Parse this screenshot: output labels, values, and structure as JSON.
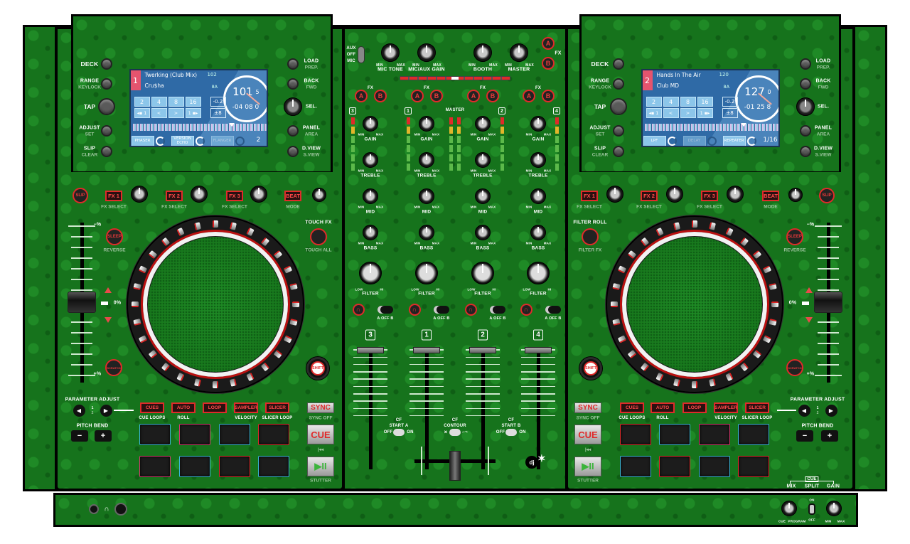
{
  "decks": [
    {
      "screen": {
        "deck_number": "1",
        "title": "Twerking (Club Mix)",
        "track_bpm": "102",
        "artist": "Cru$ha",
        "key": "8A",
        "bpm": "101",
        "bpm_decimal": "5",
        "time": "-04 08 0",
        "loop_sizes": [
          "2",
          "4",
          "8",
          "16"
        ],
        "loop_nav": [
          "◂▪ 1",
          "<",
          ">",
          "1 ▪▸"
        ],
        "pitch": "-0.2",
        "range": "±8",
        "fx": [
          "PHASER",
          "VERSION ECHO",
          "FLANGER"
        ],
        "fx_value": "2"
      },
      "side_left": [
        {
          "label": "DECK",
          "sub": ""
        },
        {
          "label": "RANGE",
          "sub": "KEYLOCK"
        },
        {
          "label": "TAP",
          "sub": ""
        },
        {
          "label": "ADJUST",
          "sub": "SET"
        },
        {
          "label": "SLIP",
          "sub": "CLEAR"
        }
      ],
      "side_right": [
        {
          "label": "LOAD",
          "sub": "PREP."
        },
        {
          "label": "BACK",
          "sub": "FWD"
        },
        {
          "label": "SEL.",
          "sub": ""
        },
        {
          "label": "PANEL",
          "sub": "AREA"
        },
        {
          "label": "D.VIEW",
          "sub": "S.VIEW"
        }
      ],
      "slip": "SLIP",
      "fx_buttons": [
        "FX 1",
        "FX 2",
        "FX 3"
      ],
      "fx_select": "FX SELECT",
      "beat": "BEAT",
      "mode": "MODE",
      "sleep": "SLEEP",
      "reverse": "REVERSE",
      "touch_title": "TOUCH FX",
      "touch_sub": "TOUCH ALL",
      "scratch": "SCRATCH",
      "shift": "SHIFT",
      "pitch_minus": "−%",
      "pitch_zero": "0%",
      "pitch_plus": "+%",
      "parameter_adjust": "PARAMETER ADJUST",
      "param_1": "1",
      "param_2": "2",
      "pitch_bend": "PITCH BEND",
      "bend_minus": "−",
      "bend_plus": "+",
      "pad_modes": [
        "CUES",
        "AUTO",
        "LOOP",
        "SAMPLER",
        "SLICER"
      ],
      "pad_mode_subs": [
        "CUE LOOPS",
        "ROLL",
        "",
        "VELOCITY",
        "SLICER LOOP"
      ],
      "pad_colors": [
        "#3ab6d6",
        "#d4366e",
        "#3ab6d6",
        "#e02a2a",
        "#d4366e",
        "#3ab6d6",
        "#e02a2a",
        "#3ab6d6"
      ],
      "sync": "SYNC",
      "sync_off": "SYNC OFF",
      "cue": "CUE",
      "cue_sub": "|◂◂",
      "play": "▶II",
      "stutter": "STUTTER"
    },
    {
      "screen": {
        "deck_number": "2",
        "title": "Hands In The Air",
        "track_bpm": "120",
        "artist": "Club MD",
        "key": "8A",
        "bpm": "127",
        "bpm_decimal": "0",
        "time": "-01 25 8",
        "loop_sizes": [
          "2",
          "4",
          "8",
          "16"
        ],
        "loop_nav": [
          "◂▪ 1",
          "<",
          ">",
          "1 ▪▸"
        ],
        "pitch": "-0.2",
        "range": "±8",
        "fx": [
          "LPF",
          "DELAY",
          "REPEATER"
        ],
        "fx_value": "1/16"
      },
      "side_left": [
        {
          "label": "DECK",
          "sub": ""
        },
        {
          "label": "RANGE",
          "sub": "KEYLOCK"
        },
        {
          "label": "TAP",
          "sub": ""
        },
        {
          "label": "ADJUST",
          "sub": "SET"
        },
        {
          "label": "SLIP",
          "sub": "CLEAR"
        }
      ],
      "side_right": [
        {
          "label": "LOAD",
          "sub": "PREP."
        },
        {
          "label": "BACK",
          "sub": "FWD"
        },
        {
          "label": "SEL.",
          "sub": ""
        },
        {
          "label": "PANEL",
          "sub": "AREA"
        },
        {
          "label": "D.VIEW",
          "sub": "S.VIEW"
        }
      ],
      "slip": "SLIP",
      "fx_buttons": [
        "FX 1",
        "FX 2",
        "FX 3"
      ],
      "fx_select": "FX SELECT",
      "beat": "BEAT",
      "mode": "MODE",
      "sleep": "SLEEP",
      "reverse": "REVERSE",
      "touch_title": "FILTER ROLL",
      "touch_sub": "FILTER FX",
      "scratch": "SCRATCH",
      "shift": "SHIFT",
      "pitch_minus": "−%",
      "pitch_zero": "0%",
      "pitch_plus": "+%",
      "parameter_adjust": "PARAMETER ADJUST",
      "param_1": "1",
      "param_2": "2",
      "pitch_bend": "PITCH BEND",
      "bend_minus": "−",
      "bend_plus": "+",
      "pad_modes": [
        "CUES",
        "AUTO",
        "LOOP",
        "SAMPLER",
        "SLICER"
      ],
      "pad_mode_subs": [
        "CUE LOOPS",
        "ROLL",
        "",
        "VELOCITY",
        "SLICER LOOP"
      ],
      "pad_colors": [
        "#e02a2a",
        "#3ab6d6",
        "#d4366e",
        "#3ab6d6",
        "#3ab6d6",
        "#e02a2a",
        "#3ab6d6",
        "#e02a2a"
      ],
      "sync": "SYNC",
      "sync_off": "SYNC OFF",
      "cue": "CUE",
      "cue_sub": "|◂◂",
      "play": "▶II",
      "stutter": "STUTTER"
    }
  ],
  "mixer": {
    "input_select": [
      "AUX",
      "OFF",
      "MIC"
    ],
    "top_knobs": [
      "MIC TONE",
      "MIC/AUX GAIN",
      "BOOTH",
      "MASTER"
    ],
    "min": "MIN",
    "max": "MAX",
    "low": "LOW",
    "hi": "HI",
    "fx": "FX",
    "a": "A",
    "b": "B",
    "channels": [
      "3",
      "1",
      "2",
      "4"
    ],
    "master": "MASTER",
    "eq_labels": [
      "GAIN",
      "TREBLE",
      "MID",
      "BASS"
    ],
    "filter": "FILTER",
    "assign": "A  OFF  B",
    "cf_start_a": [
      "CF",
      "START A"
    ],
    "cf_contour": [
      "CF",
      "CONTOUR"
    ],
    "cf_start_b": [
      "CF",
      "START B"
    ],
    "off": "OFF",
    "on": "ON",
    "contour_left": "✕",
    "contour_right": "⌐¬",
    "logo": "dj"
  },
  "front": {
    "cue_group": "CUE",
    "mix": "MIX",
    "split": "SPLIT",
    "gain": "GAIN",
    "cue": "CUE",
    "program": "PROGRAM",
    "on": "ON",
    "off": "OFF",
    "min": "MIN",
    "max": "MAX"
  }
}
